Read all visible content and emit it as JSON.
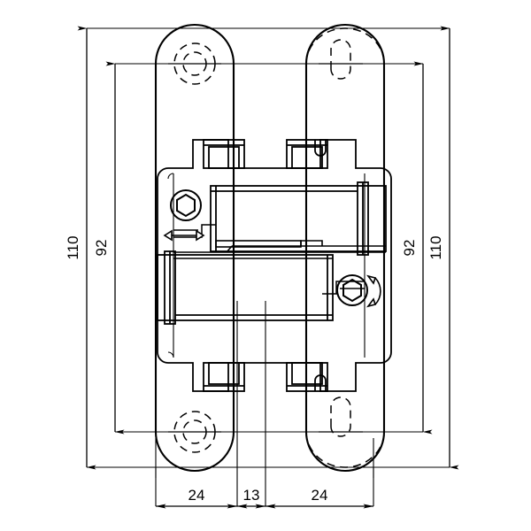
{
  "drawing": {
    "title": "Concealed 3D adjustable door hinge - technical drawing",
    "type": "mechanical-dimension-drawing",
    "units": "mm",
    "line_color": "#000000",
    "background_color": "#ffffff"
  },
  "dimensions": {
    "vertical": [
      {
        "id": "left-outer",
        "label": "110",
        "meaning": "overall plate height"
      },
      {
        "id": "left-inner",
        "label": "92",
        "meaning": "screw hole centre distance"
      },
      {
        "id": "right-inner",
        "label": "92",
        "meaning": "screw hole centre distance"
      },
      {
        "id": "right-outer",
        "label": "110",
        "meaning": "overall plate height"
      }
    ],
    "horizontal": [
      {
        "id": "left-plate-width",
        "label": "24",
        "meaning": "left leaf width"
      },
      {
        "id": "centre-gap",
        "label": "13",
        "meaning": "centre knuckle gap"
      },
      {
        "id": "right-plate-width",
        "label": "24",
        "meaning": "right leaf width"
      }
    ]
  },
  "features": {
    "left_plate": {
      "name": "left-leaf-plate",
      "top_hole": "concentric-dashed-screw-hole",
      "bottom_hole": "concentric-dashed-screw-hole"
    },
    "right_plate": {
      "name": "right-leaf-plate",
      "top_hole": "dashed-slot-hole",
      "bottom_hole": "dashed-slot-hole"
    },
    "adjusters": [
      {
        "id": "lateral-adjuster",
        "icon": "hex-socket-screw",
        "indicator": "horizontal-double-arrow"
      },
      {
        "id": "rotational-adjuster",
        "icon": "hex-socket-screw",
        "indicator": "curved-double-arrow"
      }
    ]
  }
}
